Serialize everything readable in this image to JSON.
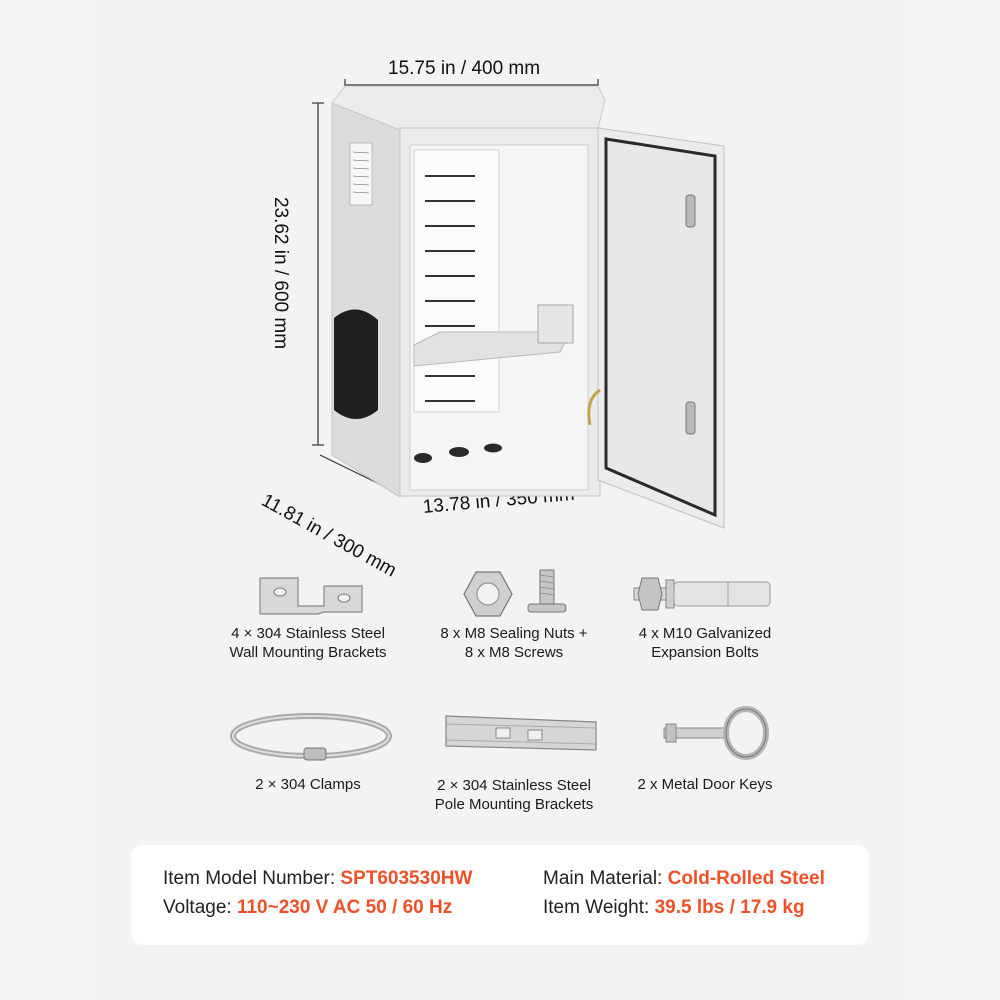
{
  "dimensions": {
    "width": "15.75 in / 400 mm",
    "height": "23.62 in / 600 mm",
    "depth": "11.81 in / 300 mm",
    "inner_width": "13.78 in / 350 mm"
  },
  "accessories": [
    {
      "icon": "wall-bracket-icon",
      "line1": "4 × 304 Stainless Steel",
      "line2": "Wall Mounting Brackets"
    },
    {
      "icon": "nut-screw-icon",
      "line1": "8 x M8 Sealing Nuts +",
      "line2": "8 x M8 Screws"
    },
    {
      "icon": "expansion-bolt-icon",
      "line1": "4 x M10 Galvanized",
      "line2": "Expansion Bolts"
    },
    {
      "icon": "clamp-icon",
      "line1": "2 × 304 Clamps",
      "line2": ""
    },
    {
      "icon": "pole-bracket-icon",
      "line1": "2 × 304 Stainless Steel",
      "line2": "Pole Mounting Brackets"
    },
    {
      "icon": "door-key-icon",
      "line1": "2 x Metal Door Keys",
      "line2": ""
    }
  ],
  "specs": {
    "model_label": "Item Model Number:",
    "model_value": "SPT603530HW",
    "voltage_label": "Voltage:",
    "voltage_value": "110~230 V AC 50 / 60 Hz",
    "material_label": "Main Material:",
    "material_value": "Cold-Rolled Steel",
    "weight_label": "Item Weight:",
    "weight_value": "39.5 lbs / 17.9 kg"
  },
  "colors": {
    "accent": "#ef5028",
    "background": "#f3f3f3",
    "cabinet": "#e9e9e9"
  }
}
